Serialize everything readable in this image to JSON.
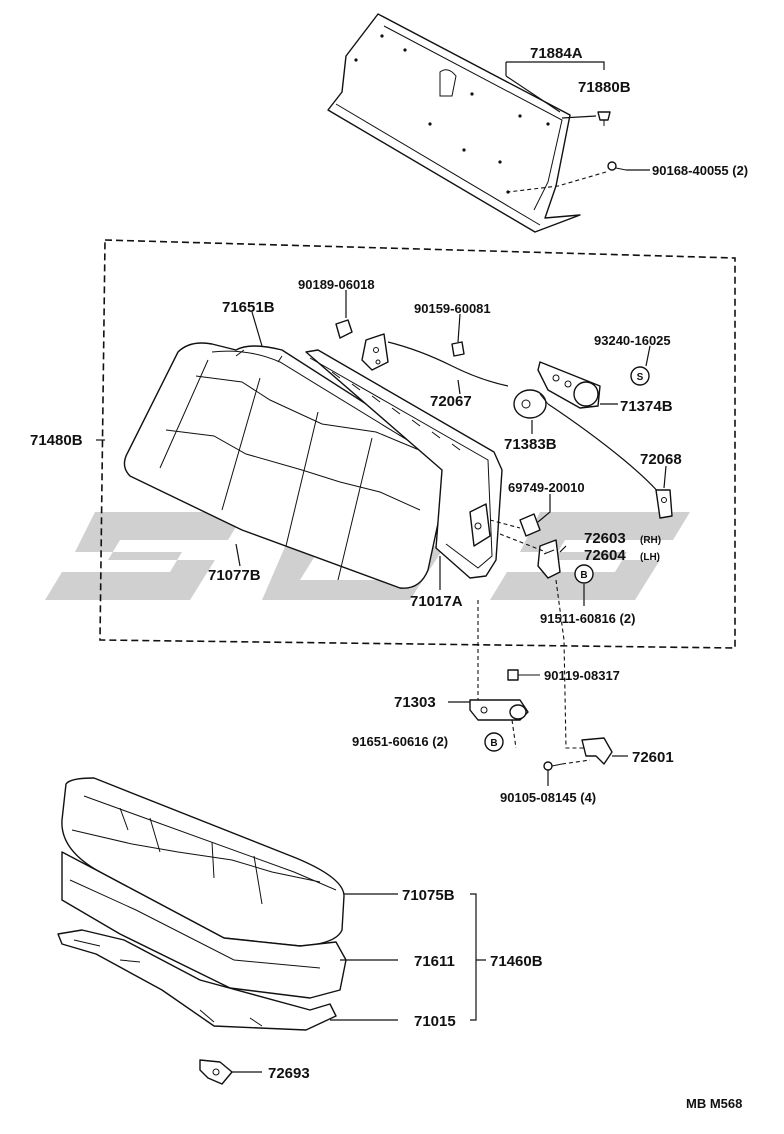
{
  "watermark": "SGS",
  "colors": {
    "ink": "#111111",
    "watermark": "#c8c8c8",
    "background": "#ffffff"
  },
  "labels": {
    "p71884A": "71884A",
    "p71880B": "71880B",
    "p90168": "90168-40055 (2)",
    "p90189": "90189-06018",
    "p71651B": "71651B",
    "p90159": "90159-60081",
    "p93240": "93240-16025",
    "p72067": "72067",
    "p71374B": "71374B",
    "p71480B": "71480B",
    "p71383B": "71383B",
    "p72068": "72068",
    "p69749": "69749-20010",
    "p72603": "72603",
    "p72603_side": "(RH)",
    "p72604": "72604",
    "p72604_side": "(LH)",
    "p71077B": "71077B",
    "p71017A": "71017A",
    "p91511": "91511-60816 (2)",
    "p90119": "90119-08317",
    "p71303": "71303",
    "p91651": "91651-60616 (2)",
    "p72601": "72601",
    "p90105": "90105-08145 (4)",
    "p71075B": "71075B",
    "p71611": "71611",
    "p71460B": "71460B",
    "p71015": "71015",
    "p72693": "72693",
    "ref_code": "MB M568"
  },
  "markers": {
    "s": "S",
    "b1": "B",
    "b2": "B"
  }
}
